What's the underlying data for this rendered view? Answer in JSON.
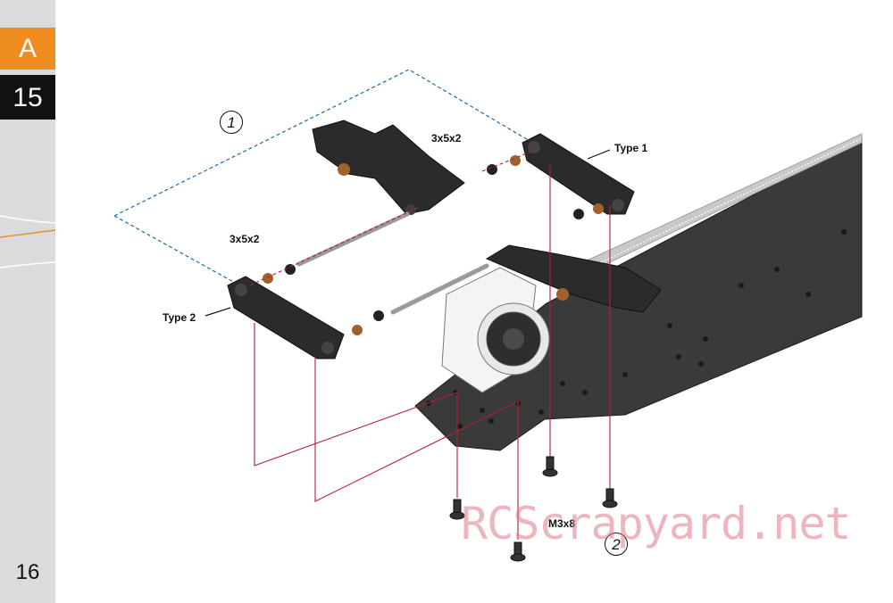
{
  "sidebar": {
    "section_letter": "A",
    "step_number": "15",
    "page_number": "16",
    "accent_color": "#f08d21"
  },
  "callouts": {
    "step_1": "1",
    "step_2": "2",
    "spacer_upper": "3x5x2",
    "spacer_lower": "3x5x2",
    "type_1": "Type 1",
    "type_2": "Type 2",
    "screw": "M3x8"
  },
  "watermark": "RCScrapyard.net"
}
